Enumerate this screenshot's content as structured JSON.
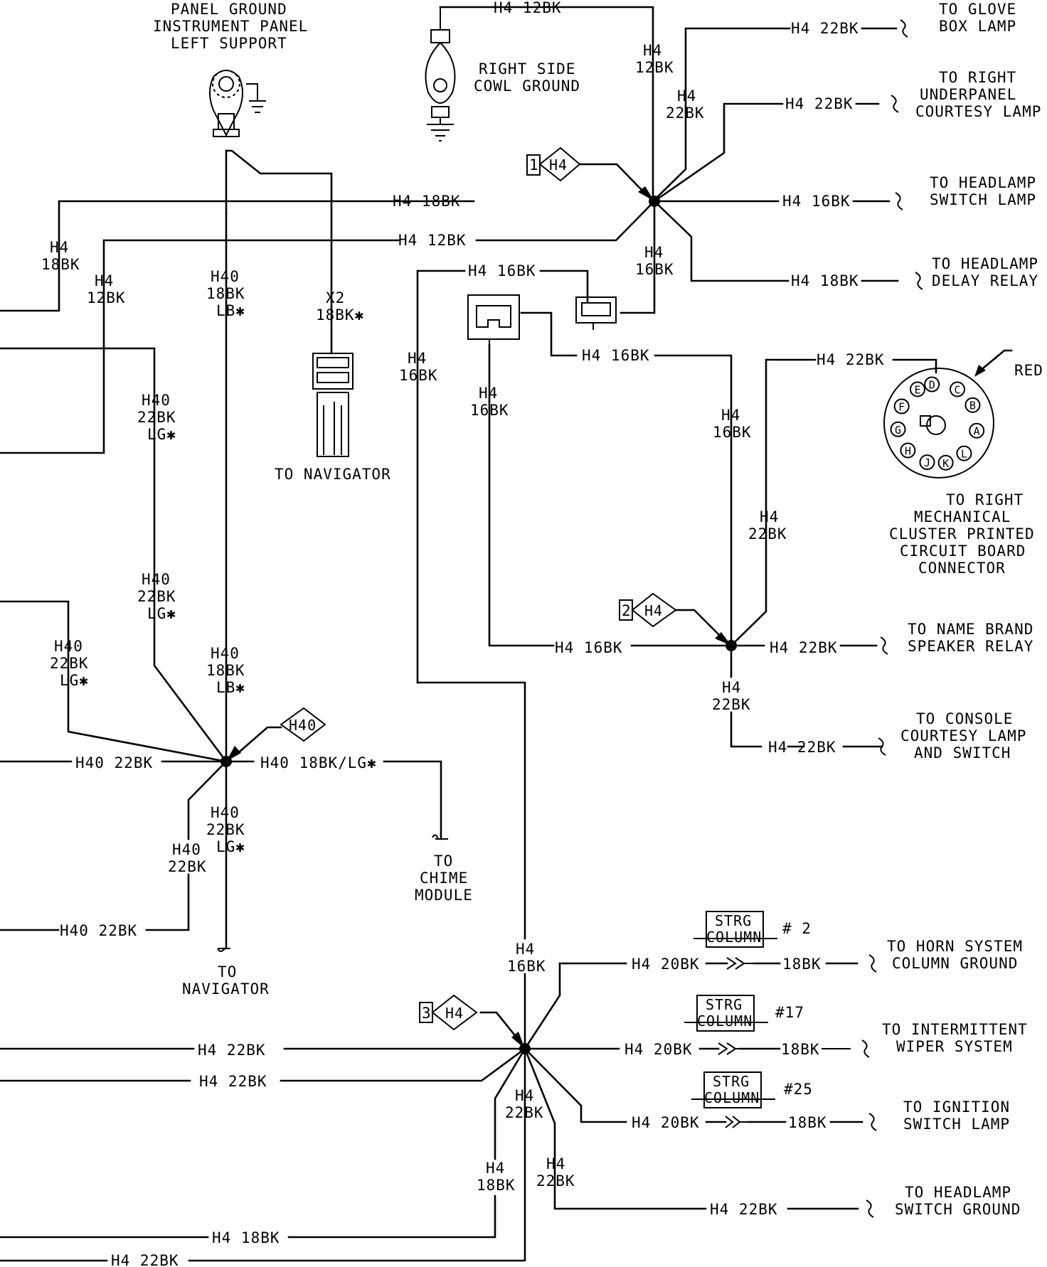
{
  "labels": {
    "panel_ground": [
      "PANEL GROUND",
      "INSTRUMENT PANEL",
      "LEFT SUPPORT"
    ],
    "right_cowl_ground": [
      "RIGHT SIDE",
      "COWL GROUND"
    ],
    "to_glove_box_lamp": [
      "TO GLOVE",
      "BOX LAMP"
    ],
    "to_right_underpanel": [
      "TO RIGHT",
      "UNDERPANEL",
      "COURTESY LAMP"
    ],
    "to_headlamp_switch_lamp": [
      "TO HEADLAMP",
      "SWITCH LAMP"
    ],
    "to_headlamp_delay_relay": [
      "TO HEADLAMP",
      "DELAY RELAY"
    ],
    "to_right_cluster": [
      "TO RIGHT",
      "MECHANICAL",
      "CLUSTER PRINTED",
      "CIRCUIT BOARD",
      "CONNECTOR"
    ],
    "red": "RED",
    "to_name_brand_speaker": [
      "TO NAME BRAND",
      "SPEAKER RELAY"
    ],
    "to_console_courtesy": [
      "TO CONSOLE",
      "COURTESY LAMP",
      "AND SWITCH"
    ],
    "to_navigator_top": "TO NAVIGATOR",
    "to_navigator_bottom": [
      "TO",
      "NAVIGATOR"
    ],
    "to_chime_module": [
      "TO",
      "CHIME",
      "MODULE"
    ],
    "to_horn_system": [
      "TO HORN SYSTEM",
      "COLUMN GROUND"
    ],
    "to_intermittent_wiper": [
      "TO INTERMITTENT",
      "WIPER SYSTEM"
    ],
    "to_ignition_switch_lamp": [
      "TO IGNITION",
      "SWITCH LAMP"
    ],
    "to_headlamp_switch_ground": [
      "TO HEADLAMP",
      "SWITCH GROUND"
    ]
  },
  "splices": {
    "s1": {
      "num": "1",
      "name": "H4"
    },
    "s2": {
      "num": "2",
      "name": "H4"
    },
    "s3": {
      "num": "3",
      "name": "H4"
    },
    "s40": {
      "name": "H40"
    }
  },
  "strg": [
    {
      "label": [
        "STRG",
        "COLUMN"
      ],
      "pin": "# 2"
    },
    {
      "label": [
        "STRG",
        "COLUMN"
      ],
      "pin": "#17"
    },
    {
      "label": [
        "STRG",
        "COLUMN"
      ],
      "pin": "#25"
    }
  ],
  "connector_pins": [
    "D",
    "C",
    "B",
    "A",
    "L",
    "K",
    "J",
    "H",
    "G",
    "F",
    "E"
  ],
  "wires": {
    "h4_12bk": "H4 12BK",
    "h4_22bk": "H4 22BK",
    "h4_18bk": "H4 18BK",
    "h4_16bk": "H4 16BK",
    "h4_20bk": "H4 20BK",
    "bk18": "18BK",
    "h40_22bk": "H40 22BK",
    "h40_18bk_lg": "H40 18BK/LG✱",
    "v_h4_12bk": [
      "H4",
      "12BK"
    ],
    "v_h4_22bk": [
      "H4",
      "22BK"
    ],
    "v_h4_18bk": [
      "H4",
      "18BK"
    ],
    "v_h4_16bk": [
      "H4",
      "16BK"
    ],
    "v_h40_18bk_lb": [
      "H40",
      "18BK",
      "LB✱"
    ],
    "v_h40_22bk_lg": [
      "H40",
      "22BK",
      "LG✱"
    ],
    "v_h40_22bk": [
      "H40",
      "22BK"
    ],
    "v_x2": [
      "X2",
      "18BK✱"
    ]
  }
}
